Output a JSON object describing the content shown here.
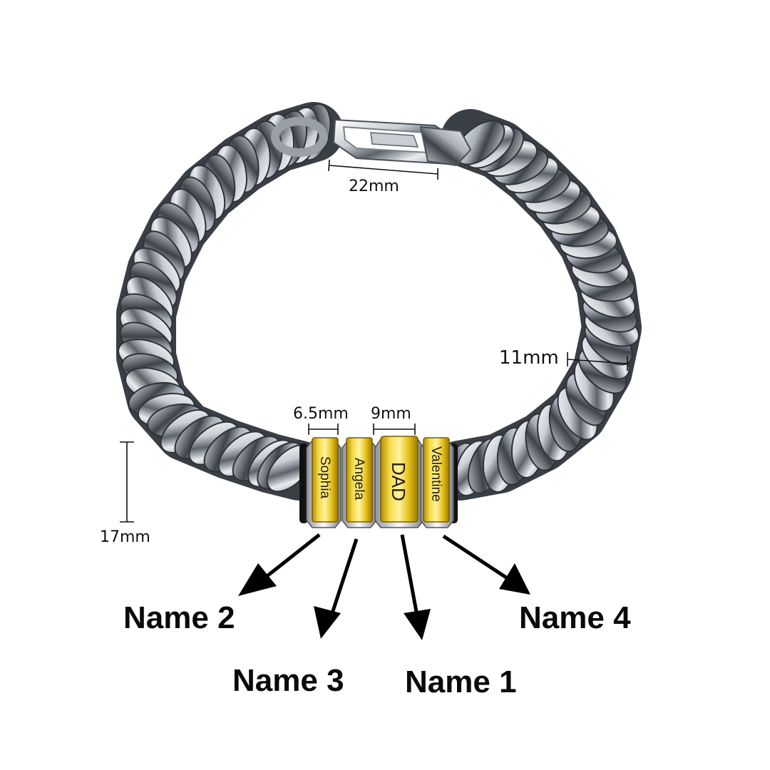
{
  "dimensions": {
    "clasp_width": "22mm",
    "chain_width": "11mm",
    "small_bead_width": "6.5mm",
    "large_bead_width": "9mm",
    "bead_height": "17mm"
  },
  "beads": [
    {
      "text": "Sophia"
    },
    {
      "text": "Angela"
    },
    {
      "text": "DAD"
    },
    {
      "text": "Valentine"
    }
  ],
  "name_labels": {
    "name_2": "Name 2",
    "name_3": "Name 3",
    "name_1": "Name 1",
    "name_4": "Name 4"
  },
  "colors": {
    "steel_light": "#f4f6f8",
    "steel_mid": "#b8bec6",
    "steel_dark": "#3a3f46",
    "gold_light": "#fff3a0",
    "gold_mid": "#e6c21a",
    "gold_dark": "#9c7a00",
    "rubber": "#111111"
  }
}
